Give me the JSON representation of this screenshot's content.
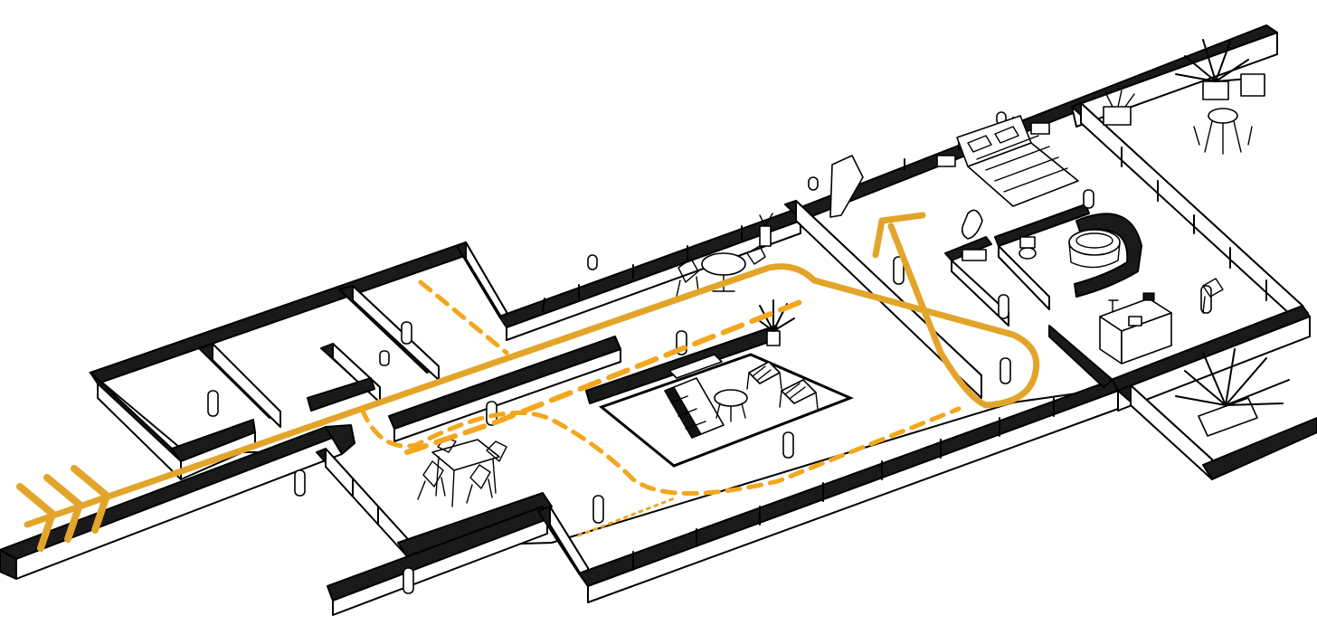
{
  "colors": {
    "route_primary": "#E2A52A",
    "route_secondary": "#F2A71E",
    "wall": "#1a1a1a",
    "background": "#ffffff"
  },
  "routes": [
    {
      "name": "main",
      "style": "solid"
    },
    {
      "name": "secondary",
      "style": "long-dash"
    },
    {
      "name": "tertiary",
      "style": "short-dash"
    },
    {
      "name": "minor",
      "style": "dotted"
    }
  ],
  "icons": [
    "entrance-chevrons-icon",
    "route-arrowhead-icon",
    "plant-icon",
    "table-icon",
    "chair-icon",
    "sofa-icon",
    "bed-icon",
    "bathtub-icon",
    "toilet-icon",
    "kitchen-counter-icon",
    "column-icon"
  ]
}
